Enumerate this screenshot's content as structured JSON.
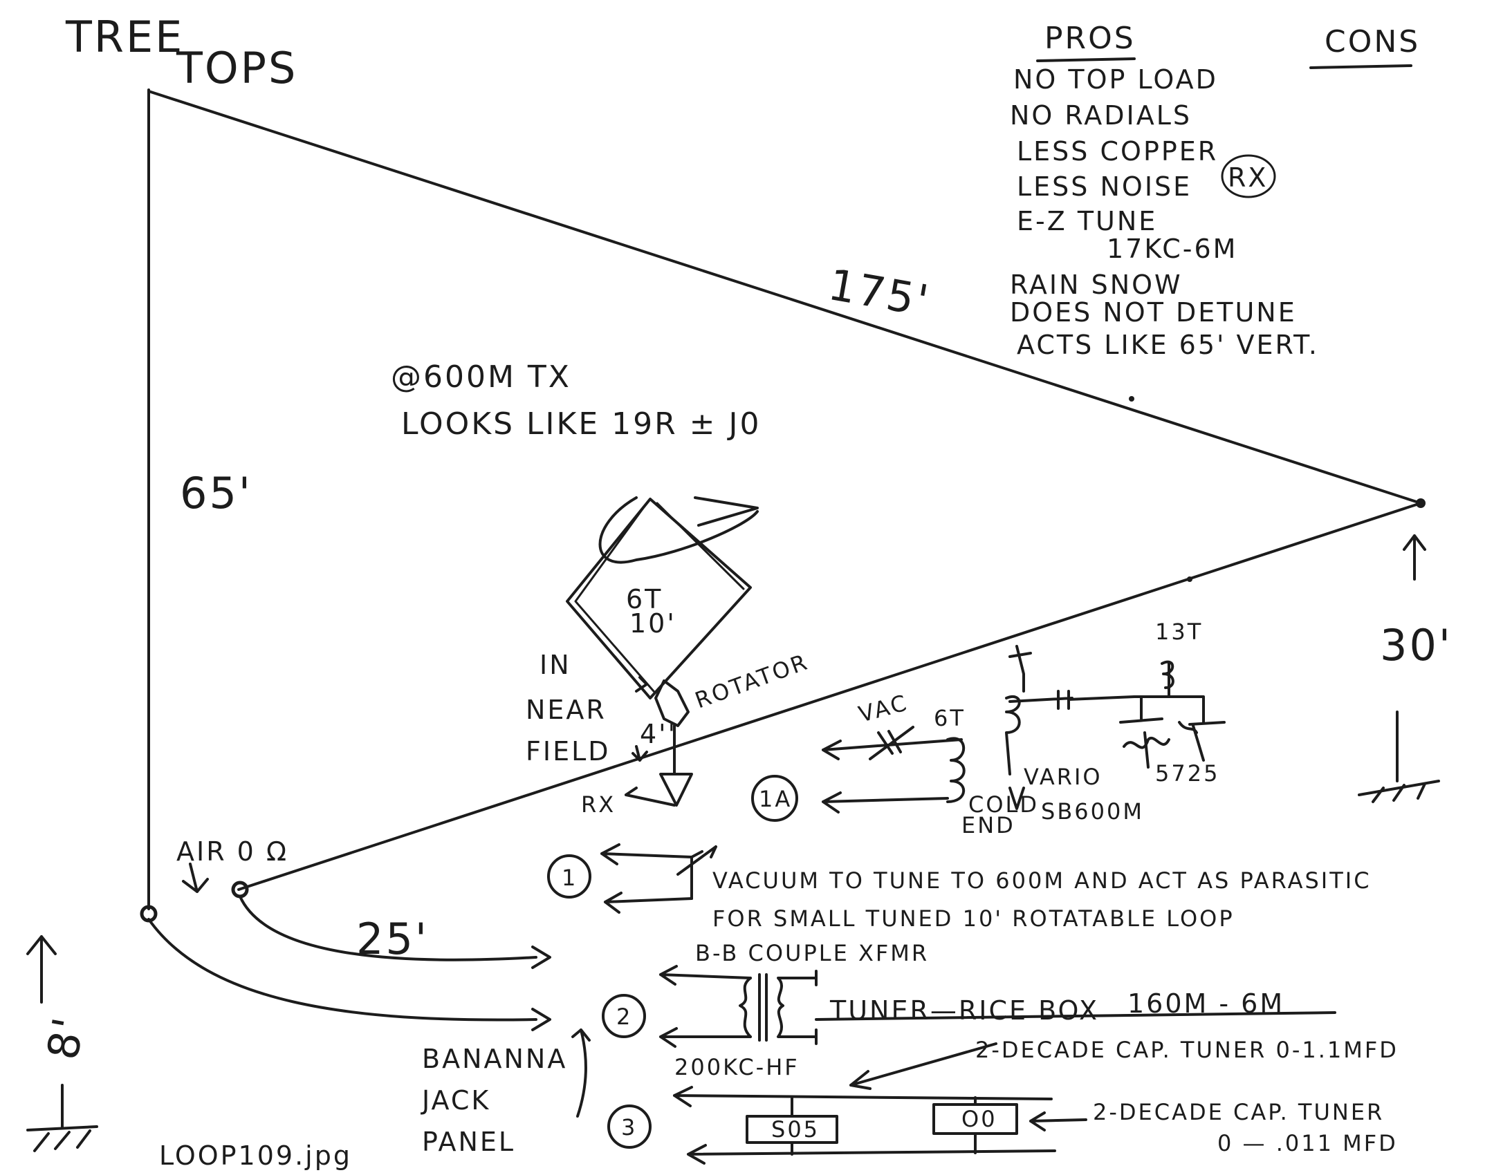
{
  "labels": {
    "tree_tops_1": "TREE",
    "tree_tops_2": "TOPS",
    "pros_heading": "PROS",
    "cons_heading": "CONS",
    "pros": [
      "NO TOP LOAD",
      "NO RADIALS",
      "LESS COPPER",
      "LESS NOISE",
      "E-Z TUNE",
      "17KC-6M",
      "RAIN SNOW",
      "DOES NOT DETUNE",
      "ACTS LIKE 65' VERT."
    ],
    "rx_circled": "RX",
    "len_175": "175'",
    "len_65": "65'",
    "len_30": "30'",
    "len_25": "25'",
    "len_8": "8'",
    "at_600m_1": "@600M TX",
    "at_600m_2": "LOOKS LIKE 19R ± J0",
    "loop_turns_1": "6T",
    "loop_turns_2": "10'",
    "near_field_1": "IN",
    "near_field_2": "NEAR",
    "near_field_3": "FIELD",
    "near_field_dist": "4''",
    "rotator": "ROTATOR",
    "rx_arrow": "RX",
    "circle_1a": "1A",
    "circle_1": "1",
    "circle_2": "2",
    "circle_3": "3",
    "vac": "VAC",
    "turns_6t": "6T",
    "cold_end_1": "COLD",
    "cold_end_2": "END",
    "vario_1": "VARIO",
    "vario_2": "SB600M",
    "part_number": "5725",
    "label_13t": "13T",
    "air_ohm": "AIR 0 Ω",
    "vacuum_line_1": "VACUUM TO TUNE TO 600M AND ACT AS PARASITIC",
    "vacuum_line_2": "FOR SMALL TUNED 10' ROTATABLE LOOP",
    "bb_xfmr": "B-B COUPLE XFMR",
    "tuner_rice": "TUNER—RICE BOX",
    "band_range": "160M - 6M",
    "freq_200kc": "200KC-HF",
    "decade_1": "2-DECADE CAP. TUNER 0-1.1MFD",
    "decade_2a": "2-DECADE CAP. TUNER",
    "decade_2b": "0 — .011 MFD",
    "bananna_1": "BANANNA",
    "bananna_2": "JACK",
    "bananna_3": "PANEL",
    "filename": "LOOP109.jpg",
    "box_left": "S05",
    "box_right": "O0"
  }
}
